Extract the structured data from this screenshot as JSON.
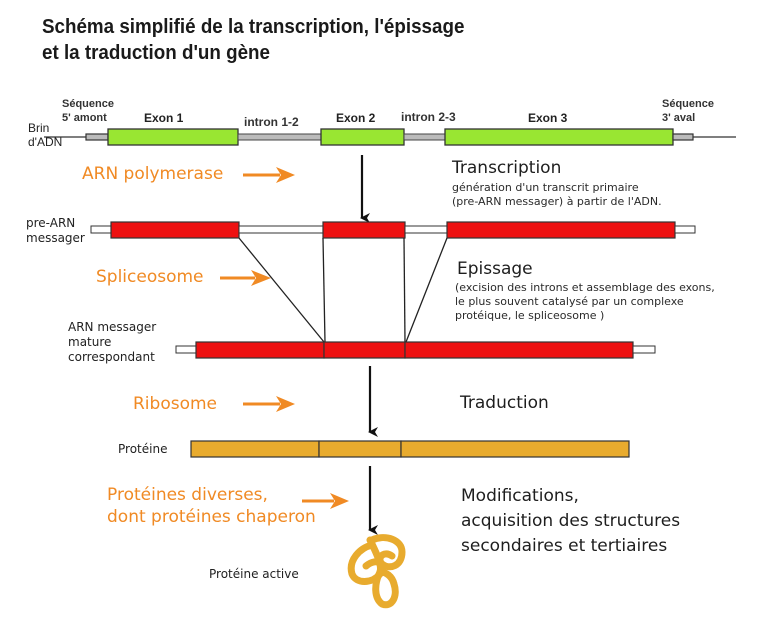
{
  "title": {
    "line1": "Schéma simplifié de la transcription, l'épissage",
    "line2": "et la traduction d'un gène"
  },
  "dna": {
    "strand_label_1": "Brin",
    "strand_label_2": "d'ADN",
    "upstream_label_1": "Séquence",
    "upstream_label_2": "5' amont",
    "downstream_label_1": "Séquence",
    "downstream_label_2": "3' aval",
    "exon1": "Exon 1",
    "intron12": "intron 1-2",
    "exon2": "Exon 2",
    "intron23": "intron 2-3",
    "exon3": "Exon 3",
    "exon_color": "#99e632"
  },
  "transcription": {
    "actor": "ARN polymerase",
    "title": "Transcription",
    "desc_1": "génération d'un transcrit primaire",
    "desc_2": "(pre-ARN messager) à partir de l'ADN."
  },
  "pre_mrna": {
    "label_1": "pre-ARN",
    "label_2": "messager",
    "color": "#ee1111"
  },
  "splicing": {
    "actor": "Spliceosome",
    "title": "Epissage",
    "desc_1": "(excision des introns et assemblage des exons,",
    "desc_2": "le plus souvent catalysé par un complexe",
    "desc_3": "protéique, le spliceosome )"
  },
  "mature_mrna": {
    "label_1": "ARN messager",
    "label_2": "mature",
    "label_3": "correspondant"
  },
  "translation": {
    "actor": "Ribosome",
    "title": "Traduction"
  },
  "protein": {
    "label": "Protéine",
    "color": "#e8ab2e"
  },
  "modifications": {
    "actor_1": "Protéines diverses,",
    "actor_2": "dont protéines chaperon",
    "title_1": "Modifications,",
    "title_2": "acquisition des structures",
    "title_3": "secondaires et tertiaires",
    "active_label": "Protéine active"
  },
  "colors": {
    "actor_orange": "#f08a24"
  }
}
